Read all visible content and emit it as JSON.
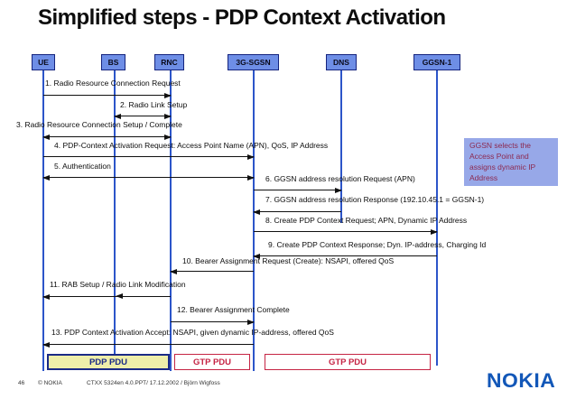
{
  "title": "Simplified steps - PDP Context Activation",
  "entities": [
    {
      "label": "UE"
    },
    {
      "label": "BS"
    },
    {
      "label": "RNC"
    },
    {
      "label": "3G-SGSN"
    },
    {
      "label": "DNS"
    },
    {
      "label": "GGSN-1"
    }
  ],
  "messages": [
    {
      "text": "1. Radio Resource Connection Request",
      "from": "UE",
      "to": "RNC",
      "direction": "right"
    },
    {
      "text": "2. Radio Link Setup",
      "from": "BS",
      "to": "RNC",
      "direction": "both"
    },
    {
      "text": "3. Radio Resource Connection Setup / Complete",
      "from": "UE",
      "to": "RNC",
      "direction": "both"
    },
    {
      "text": "4. PDP-Context Activation Request: Access Point Name (APN), QoS, IP Address",
      "from": "UE",
      "to": "3G-SGSN",
      "direction": "right"
    },
    {
      "text": "5. Authentication",
      "from": "UE",
      "to": "3G-SGSN",
      "direction": "both"
    },
    {
      "text": "6. GGSN address resolution Request (APN)",
      "from": "3G-SGSN",
      "to": "DNS",
      "direction": "right"
    },
    {
      "text": "7. GGSN address resolution Response (192.10.45.1 = GGSN-1)",
      "from": "DNS",
      "to": "3G-SGSN",
      "direction": "left"
    },
    {
      "text": "8. Create PDP Context Request; APN, Dynamic IP Address",
      "from": "3G-SGSN",
      "to": "GGSN-1",
      "direction": "right"
    },
    {
      "text": "9. Create PDP Context Response; Dyn. IP-address, Charging Id",
      "from": "GGSN-1",
      "to": "3G-SGSN",
      "direction": "left"
    },
    {
      "text": "10. Bearer Assignment Request (Create): NSAPI, offered QoS",
      "from": "3G-SGSN",
      "to": "RNC",
      "direction": "left"
    },
    {
      "text": "11. RAB Setup / Radio Link Modification",
      "from": "RNC",
      "to": "UE",
      "direction": "left"
    },
    {
      "text": "12. Bearer Assignment Complete",
      "from": "RNC",
      "to": "3G-SGSN",
      "direction": "right"
    },
    {
      "text": "13. PDP Context Activation Accept: NSAPI, given dynamic IP-address, offered QoS",
      "from": "3G-SGSN",
      "to": "UE",
      "direction": "left"
    }
  ],
  "annotation": {
    "text": "GGSN selects the Access Point and assigns dynamic IP Address"
  },
  "pdu_boxes": [
    {
      "label": "PDP PDU",
      "style": "yellow-blue"
    },
    {
      "label": "GTP PDU",
      "style": "white-red"
    },
    {
      "label": "GTP PDU",
      "style": "white-red"
    }
  ],
  "footer": {
    "page_number": "46",
    "copyright": "© NOKIA",
    "doc_info": "CTXX 5324en 4.0.PPT/ 17.12.2002 / Björn Wigfoss"
  },
  "logo": {
    "text": "NOKIA"
  },
  "colors": {
    "entity_fill": "#6e8ee6",
    "entity_border": "#15247e",
    "lifeline": "#2c55c9",
    "arrow": "#111111",
    "note_bg": "#97a8e8",
    "note_text": "#8c2950",
    "pdp_fill": "#eeeeaa",
    "pdp_border": "#1a2a86",
    "gtp_red": "#c52444",
    "nokia_blue": "#1257b8"
  }
}
